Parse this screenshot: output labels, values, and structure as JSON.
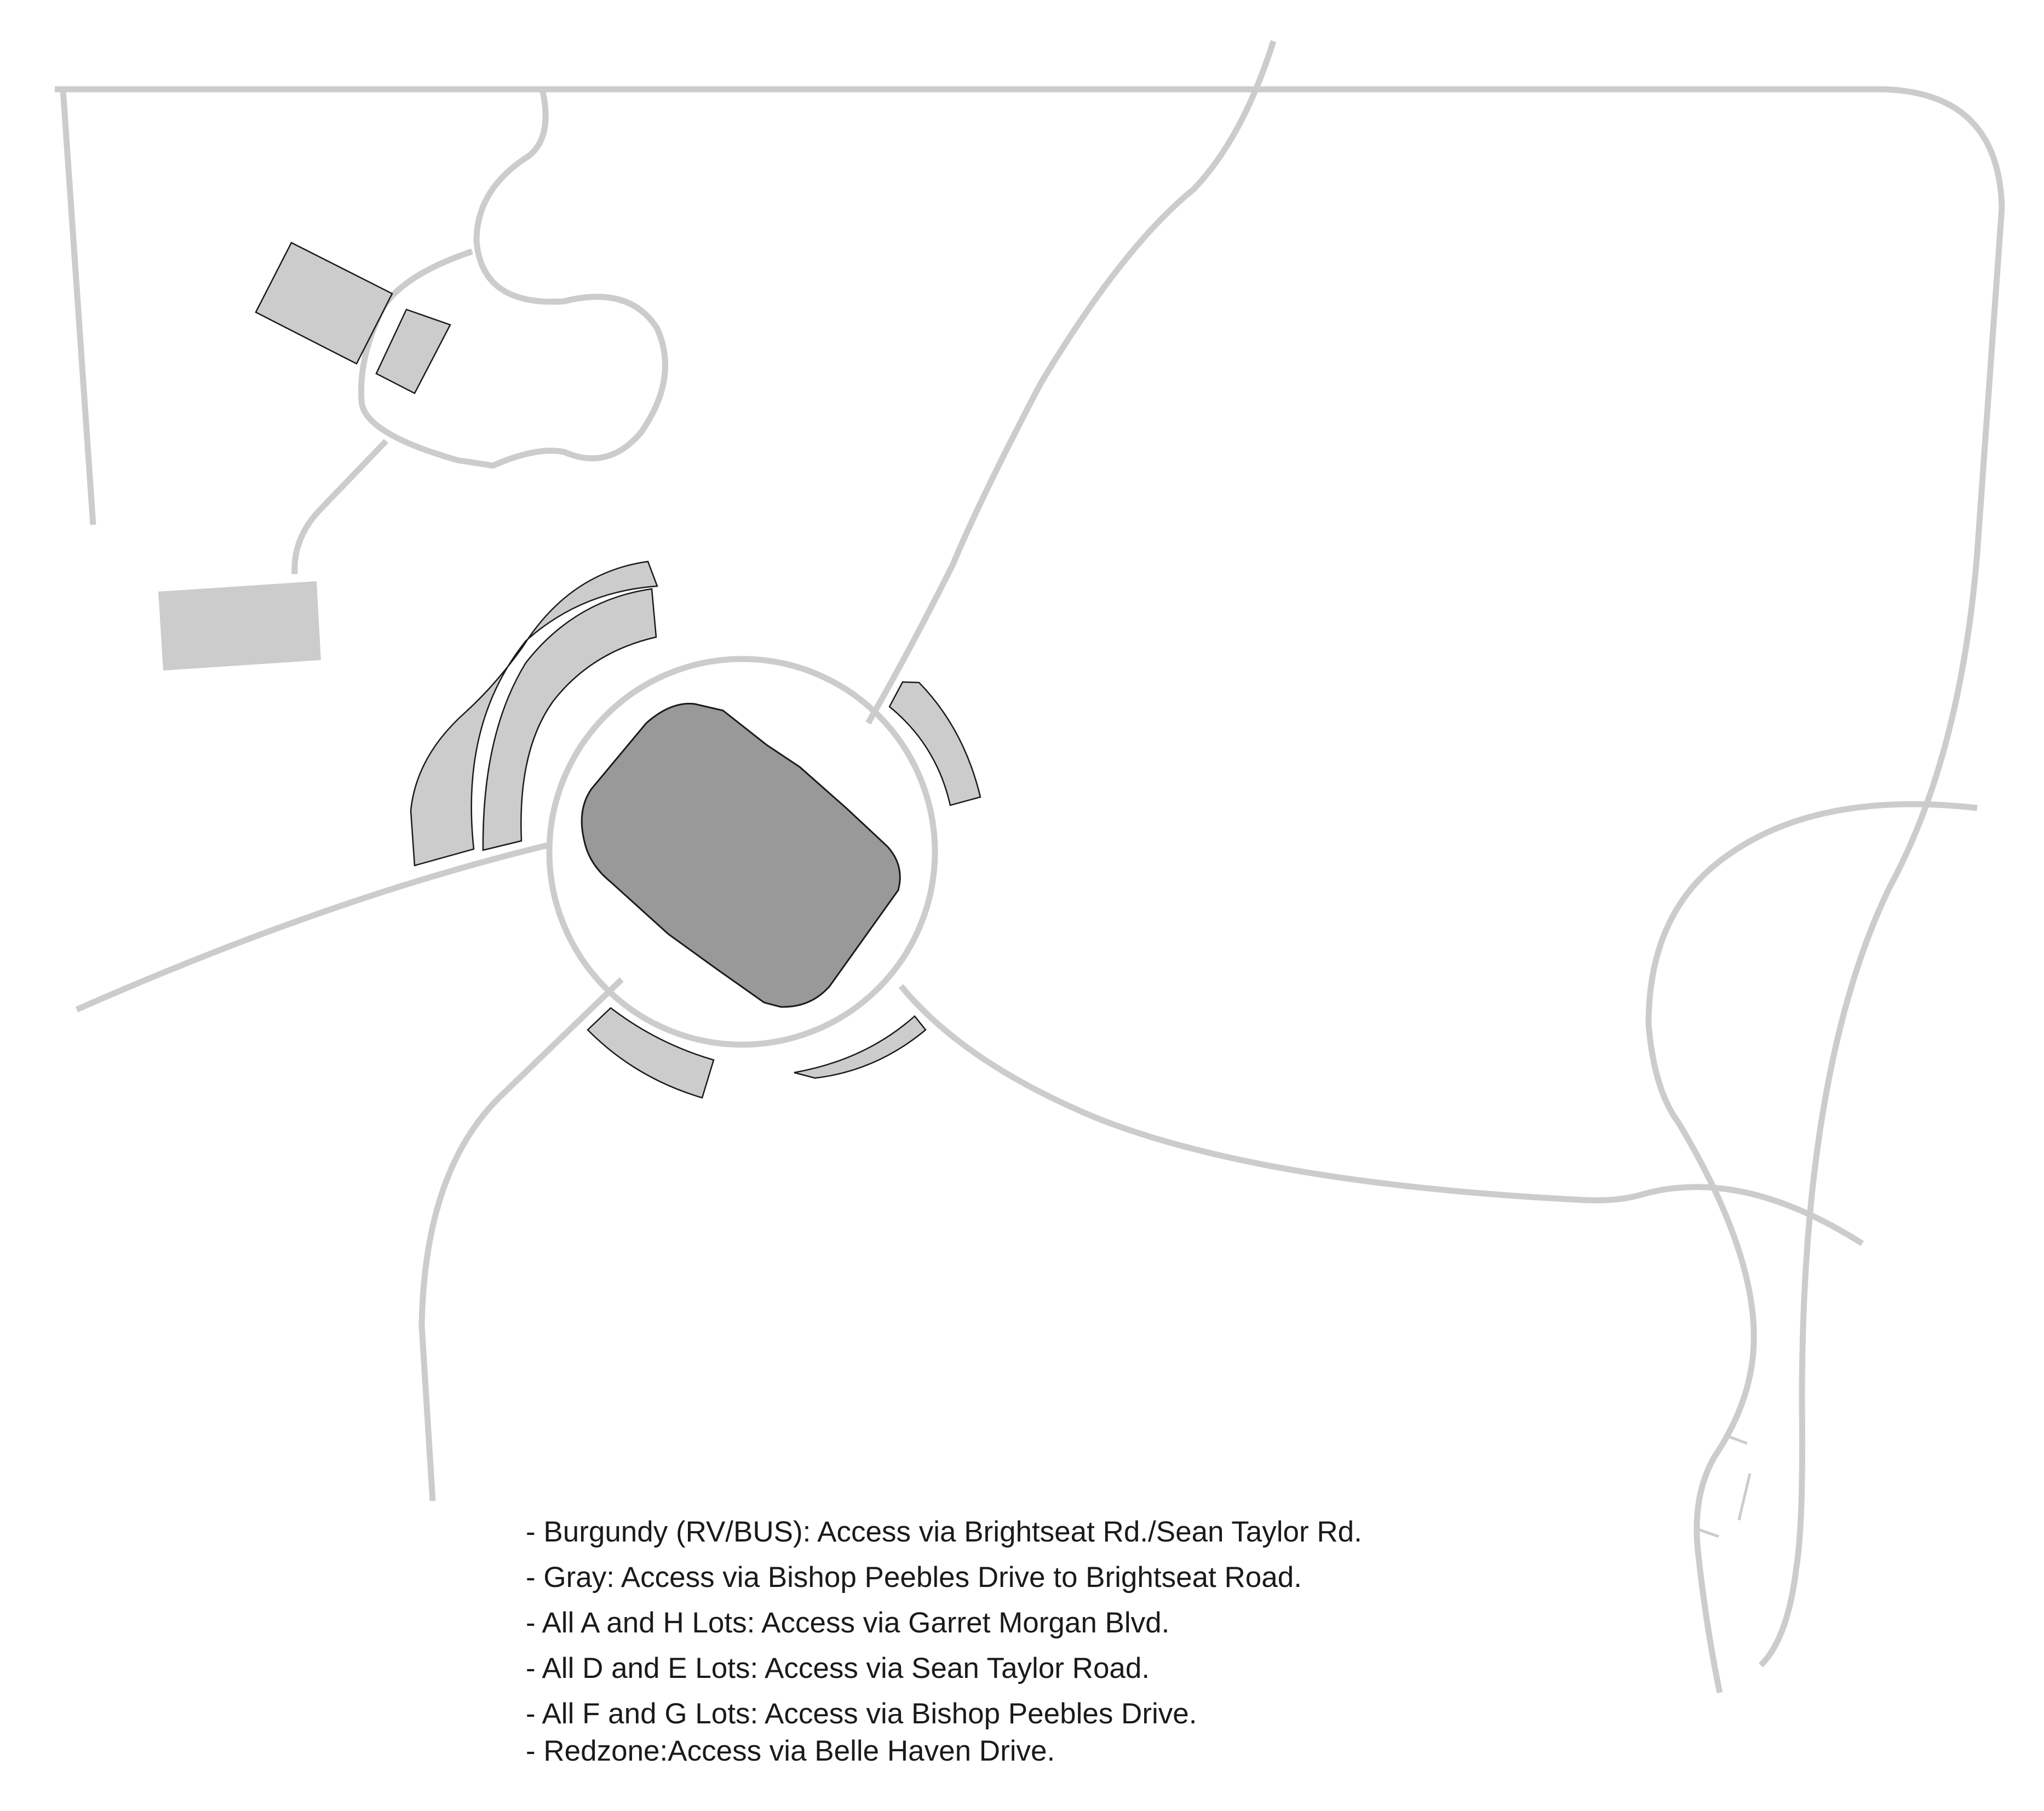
{
  "colors": {
    "road": "#cccccc",
    "parking_lot": "#cccccc",
    "stadium": "#999999",
    "outline": "#1a1a1a",
    "background": "#ffffff"
  },
  "legend": {
    "items": [
      "- Burgundy (RV/BUS): Access via Brightseat Rd./Sean Taylor Rd.",
      "- Gray: Access via Bishop Peebles Drive to Brightseat Road.",
      "- All A and H Lots: Access via Garret Morgan Blvd.",
      "- All D and E Lots: Access via Sean Taylor Road.",
      "- All F and G Lots: Access via Bishop Peebles Drive.",
      "- Redzone:Access via Belle Haven Drive."
    ]
  }
}
